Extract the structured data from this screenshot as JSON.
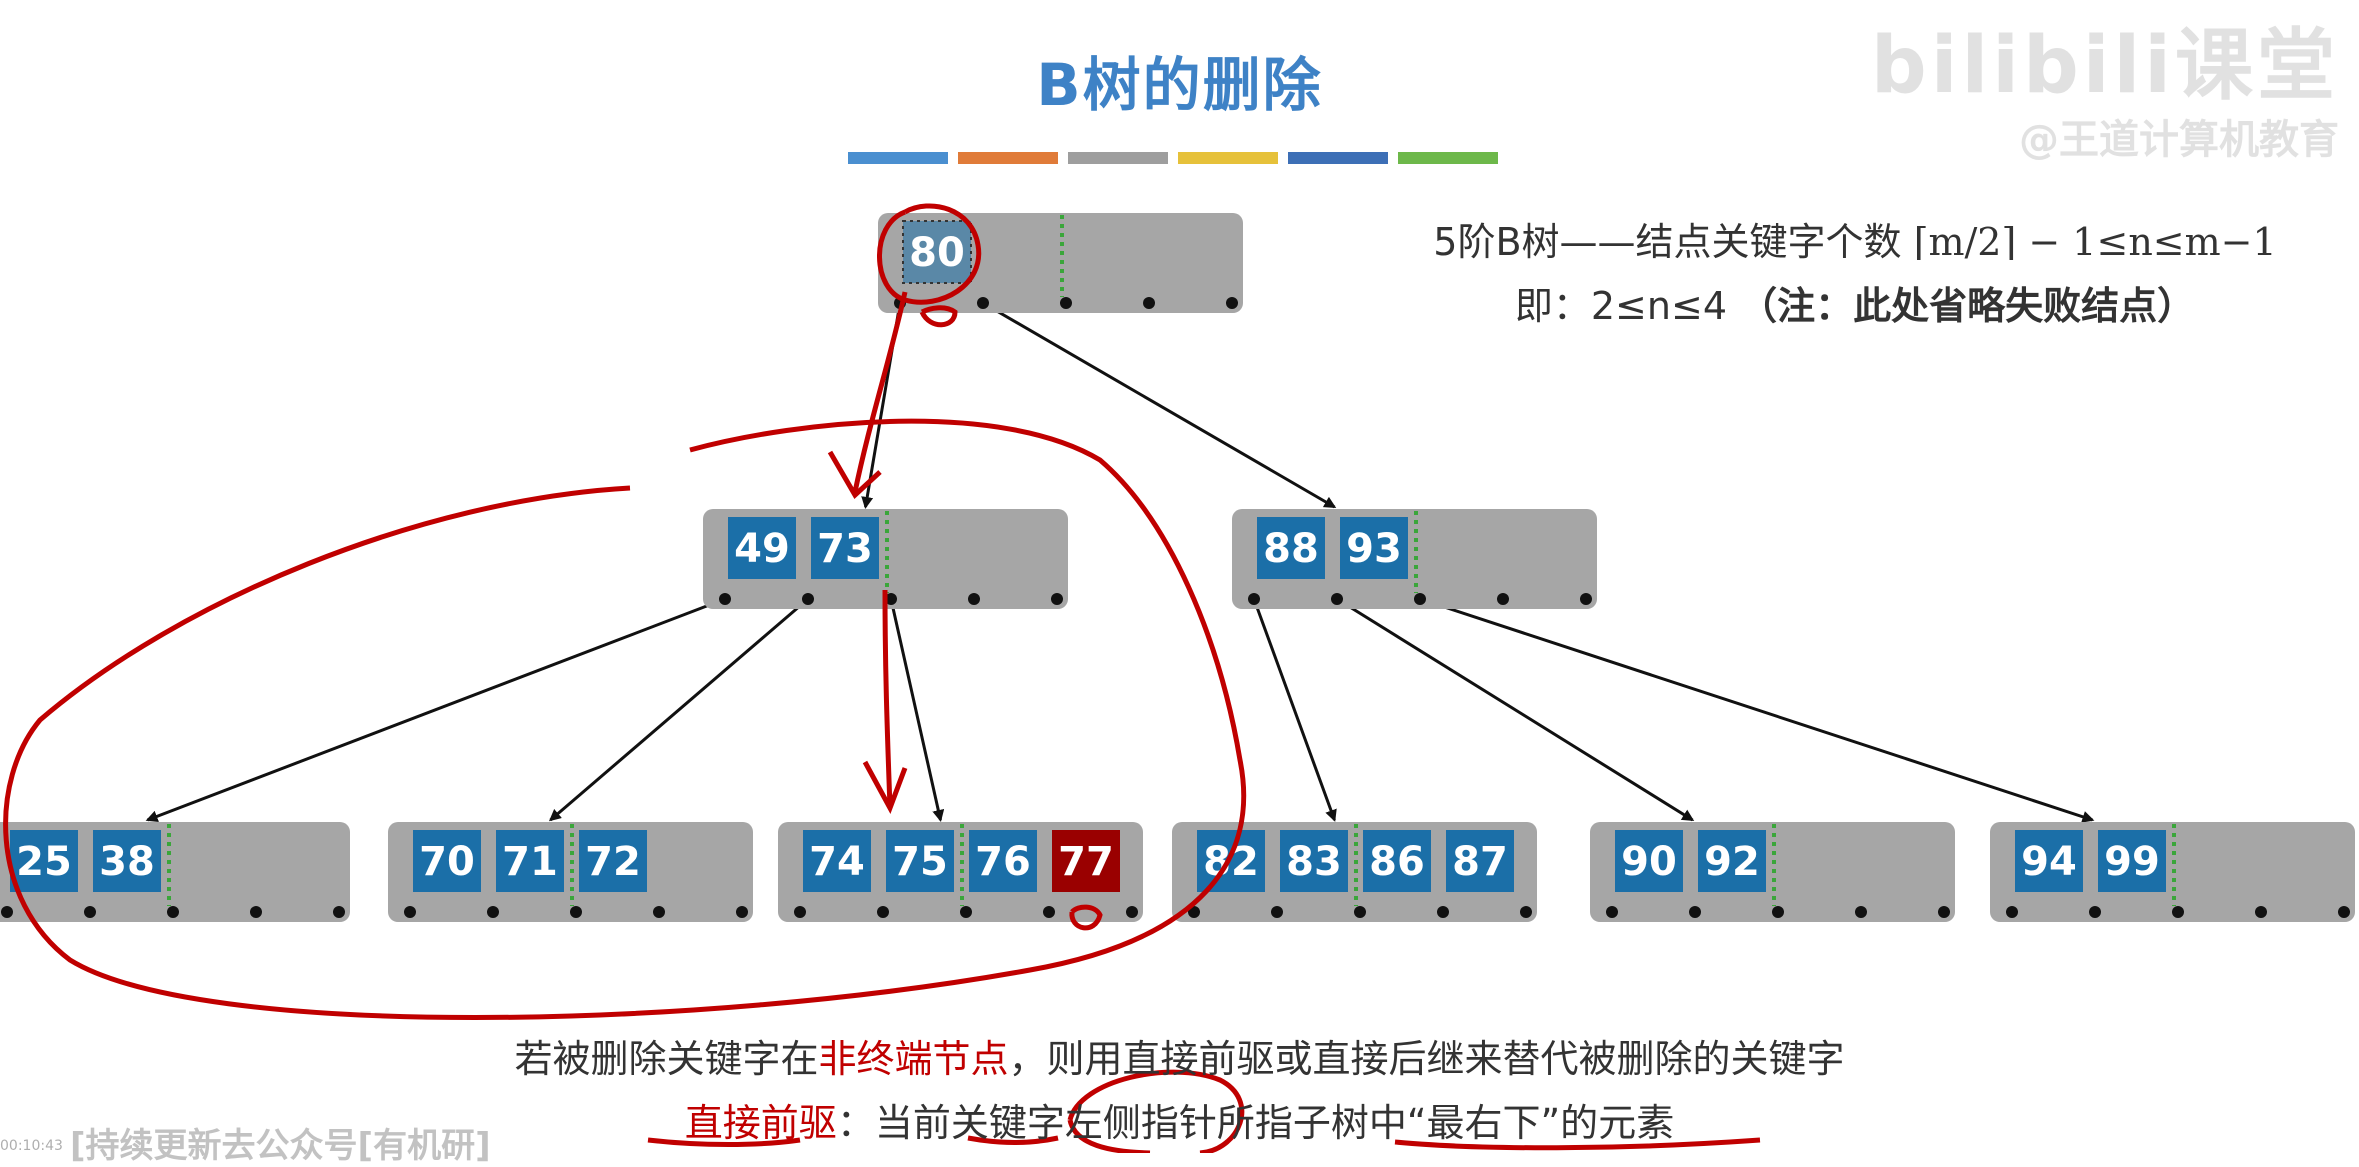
{
  "title": "B树的删除",
  "title_color": "#3e82c6",
  "color_bars": [
    "#4a8fd0",
    "#e07b39",
    "#9e9e9e",
    "#e6c13a",
    "#3d6fb6",
    "#6db84a"
  ],
  "watermark": {
    "brand": "bilibili课堂",
    "subtitle": "@王道计算机教育"
  },
  "info": {
    "line1_a": "5阶B树——结点关键字个数",
    "line1_formula": "⌈m/2⌉ − 1≤n≤m−1",
    "line2_a": "即：2≤n≤4",
    "line2_b": "（注：此处省略失败结点）"
  },
  "tree": {
    "node_color": "#a6a6a6",
    "key_color": "#1b6fa8",
    "highlight_color": "#9a0000",
    "root": {
      "keys": [
        "80"
      ]
    },
    "level1": [
      {
        "keys": [
          "49",
          "73"
        ]
      },
      {
        "keys": [
          "88",
          "93"
        ]
      }
    ],
    "leaves": [
      {
        "keys": [
          "25",
          "38"
        ]
      },
      {
        "keys": [
          "70",
          "71",
          "72"
        ]
      },
      {
        "keys": [
          "74",
          "75",
          "76",
          "77"
        ],
        "highlight": "77"
      },
      {
        "keys": [
          "82",
          "83",
          "86",
          "87"
        ]
      },
      {
        "keys": [
          "90",
          "92"
        ]
      },
      {
        "keys": [
          "94",
          "99"
        ]
      }
    ]
  },
  "caption1": {
    "a": "若被删除关键字在",
    "b": "非终端节点",
    "c": "，则用直接前驱或直接后继来替代被删除的关键字"
  },
  "caption2": {
    "a": "直接前驱",
    "b": "：当前关键字左侧指针所指子树中“最右下”的元素"
  },
  "bottom_watermark": "[持续更新去公众号[有机研]",
  "timestamp": "00:10:43"
}
